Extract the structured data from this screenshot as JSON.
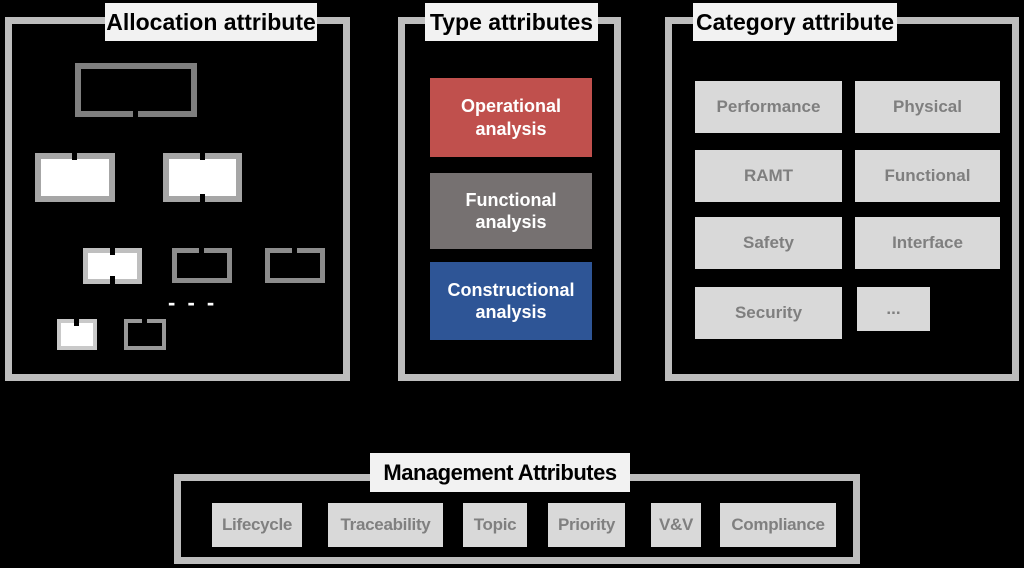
{
  "colors": {
    "background": "#000000",
    "panel_border": "#BDBDBD",
    "title_background": "#F2F2F2",
    "chip_background": "#D9D9D9",
    "chip_text": "#7F7F7F",
    "tree_node_border_dark": "#7F7F7F",
    "tree_node_border_light": "#A6A6A6"
  },
  "allocation": {
    "title": "Allocation attribute",
    "dashes": "- - -"
  },
  "type": {
    "title": "Type attributes",
    "items": [
      {
        "label": "Operational analysis",
        "color": "#C0504D"
      },
      {
        "label": "Functional analysis",
        "color": "#767171"
      },
      {
        "label": "Constructional analysis",
        "color": "#2E5596"
      }
    ]
  },
  "category": {
    "title": "Category attribute",
    "items": [
      "Performance",
      "Physical",
      "RAMT",
      "Functional",
      "Safety",
      "Interface",
      "Security",
      "..."
    ]
  },
  "management": {
    "title": "Management Attributes",
    "items": [
      "Lifecycle",
      "Traceability",
      "Topic",
      "Priority",
      "V&V",
      "Compliance"
    ]
  }
}
